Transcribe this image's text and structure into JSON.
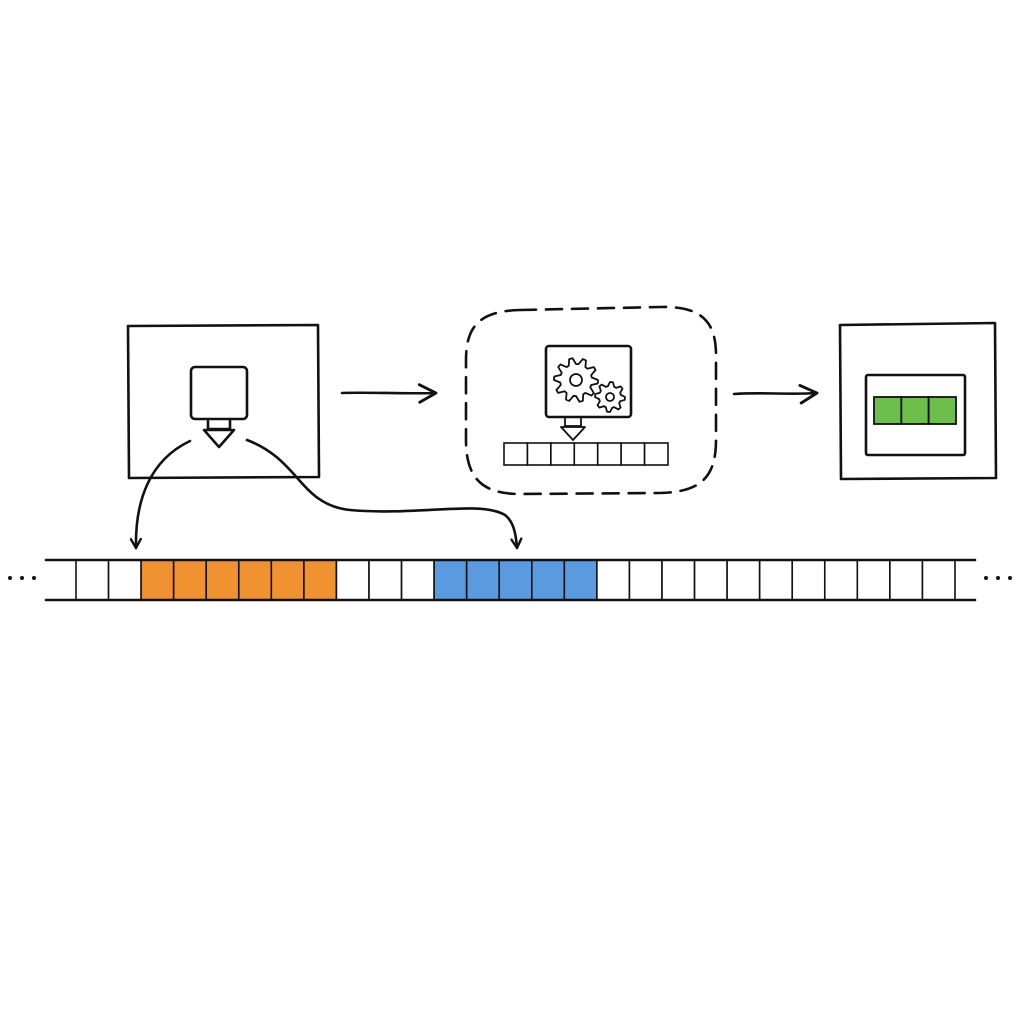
{
  "colors": {
    "ink": "#111111",
    "background": "#ffffff",
    "empty_cell": "#ffffff",
    "read_region": "#f0922f",
    "write_region": "#5a9be0",
    "result_cells": "#6cbf4a"
  },
  "memory_tape": {
    "cells": [
      "empty",
      "empty",
      "orange",
      "orange",
      "orange",
      "orange",
      "orange",
      "orange",
      "empty",
      "empty",
      "empty",
      "blue",
      "blue",
      "blue",
      "blue",
      "blue",
      "empty",
      "empty",
      "empty",
      "empty",
      "empty",
      "empty",
      "empty",
      "empty",
      "empty",
      "empty",
      "empty"
    ],
    "continues_left": true,
    "continues_right": true
  },
  "stages": [
    {
      "name": "head-stage",
      "icon": "read-write-head-icon"
    },
    {
      "name": "processing-stage",
      "icon": "gears-icon",
      "boundary": "dashed"
    },
    {
      "name": "output-stage",
      "icon": "result-panel-icon"
    }
  ],
  "mini_tape": {
    "cells": 7
  },
  "result_panel": {
    "cells": 3
  }
}
